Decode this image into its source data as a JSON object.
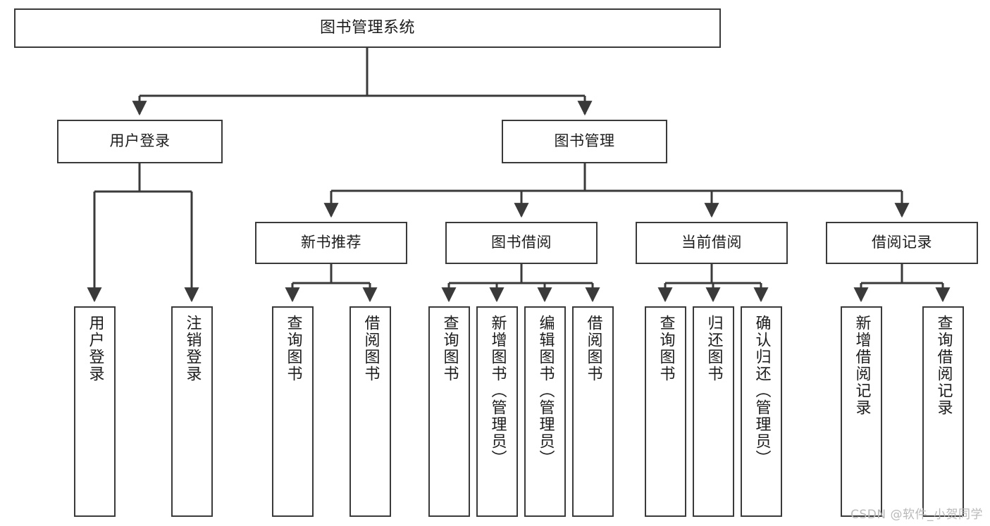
{
  "diagram": {
    "title": "图书管理系统",
    "type": "tree-hierarchy-chart",
    "watermark": "CSDN @软件_小贺同学",
    "colors": {
      "box_border": "#3a3a3a",
      "box_fill": "#ffffff",
      "edge": "#3a3a3a",
      "text": "#1c1c1c",
      "watermark": "#b9b9b9"
    },
    "root": {
      "label": "图书管理系统"
    },
    "level2": [
      {
        "label": "用户登录"
      },
      {
        "label": "图书管理"
      }
    ],
    "level3": [
      {
        "label": "新书推荐"
      },
      {
        "label": "图书借阅"
      },
      {
        "label": "当前借阅"
      },
      {
        "label": "借阅记录"
      }
    ],
    "leaves": {
      "user_login": [
        {
          "label": "用户登录"
        },
        {
          "label": "注销登录"
        }
      ],
      "new_book_recommend": [
        {
          "label": "查询图书"
        },
        {
          "label": "借阅图书"
        }
      ],
      "book_borrow": [
        {
          "label": "查询图书"
        },
        {
          "label": "新增图书（管理员）"
        },
        {
          "label": "编辑图书（管理员）"
        },
        {
          "label": "借阅图书"
        }
      ],
      "current_borrow": [
        {
          "label": "查询图书"
        },
        {
          "label": "归还图书"
        },
        {
          "label": "确认归还（管理员）"
        }
      ],
      "borrow_record": [
        {
          "label": "新增借阅记录"
        },
        {
          "label": "查询借阅记录"
        }
      ]
    }
  }
}
